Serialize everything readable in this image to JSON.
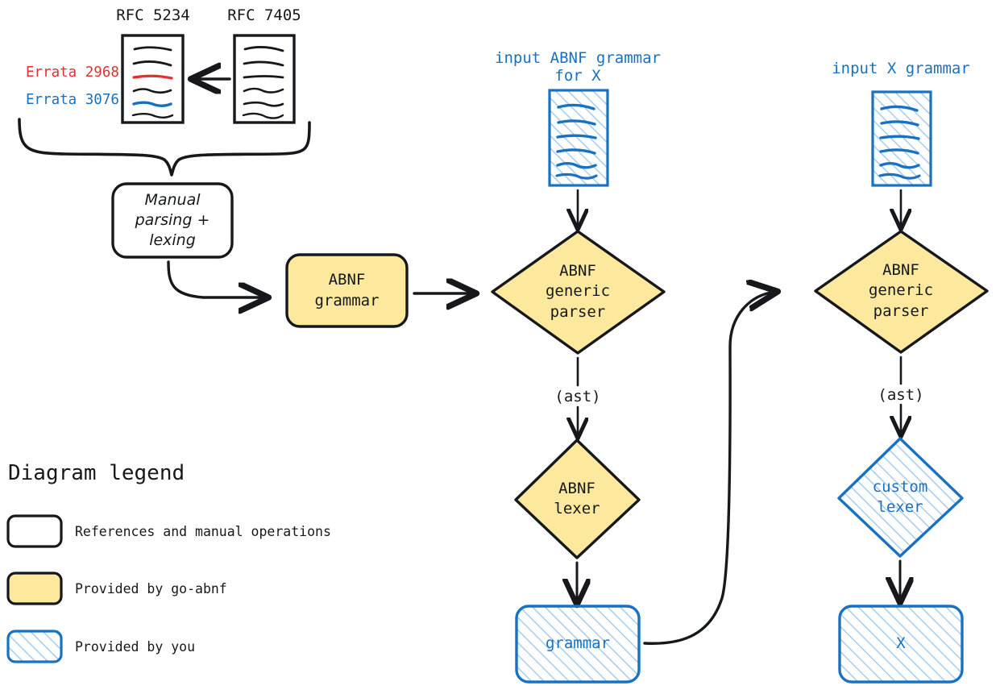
{
  "palette": {
    "ink": "#16181c",
    "blue": "#1971c2",
    "blue_light": "#a5cdf0",
    "red": "#e03131",
    "yellow_fill": "#fce99e",
    "white": "#ffffff"
  },
  "references": {
    "rfc_left_title": "RFC 5234",
    "rfc_right_title": "RFC 7405",
    "errata_red": "Errata 2968",
    "errata_blue": "Errata 3076"
  },
  "nodes": {
    "manual": "Manual\nparsing +\nlexing",
    "abnf_grammar": "ABNF\ngrammar",
    "parser_center": "ABNF\ngeneric\nparser",
    "parser_right": "ABNF\ngeneric\nparser",
    "abnf_lexer": "ABNF\nlexer",
    "custom_lexer": "custom\nlexer",
    "grammar_out": "grammar",
    "x_out": "X"
  },
  "inputs": {
    "center_doc_label": "input ABNF grammar\nfor X",
    "right_doc_label": "input X grammar"
  },
  "edges": {
    "ast_center": "(ast)",
    "ast_right": "(ast)"
  },
  "legend": {
    "title": "Diagram legend",
    "items": [
      {
        "label": "References and manual operations",
        "swatch": "white-rounded-box"
      },
      {
        "label": "Provided by go-abnf",
        "swatch": "yellow-rounded-box"
      },
      {
        "label": "Provided by you",
        "swatch": "blue-hatched-rounded-box"
      }
    ]
  }
}
